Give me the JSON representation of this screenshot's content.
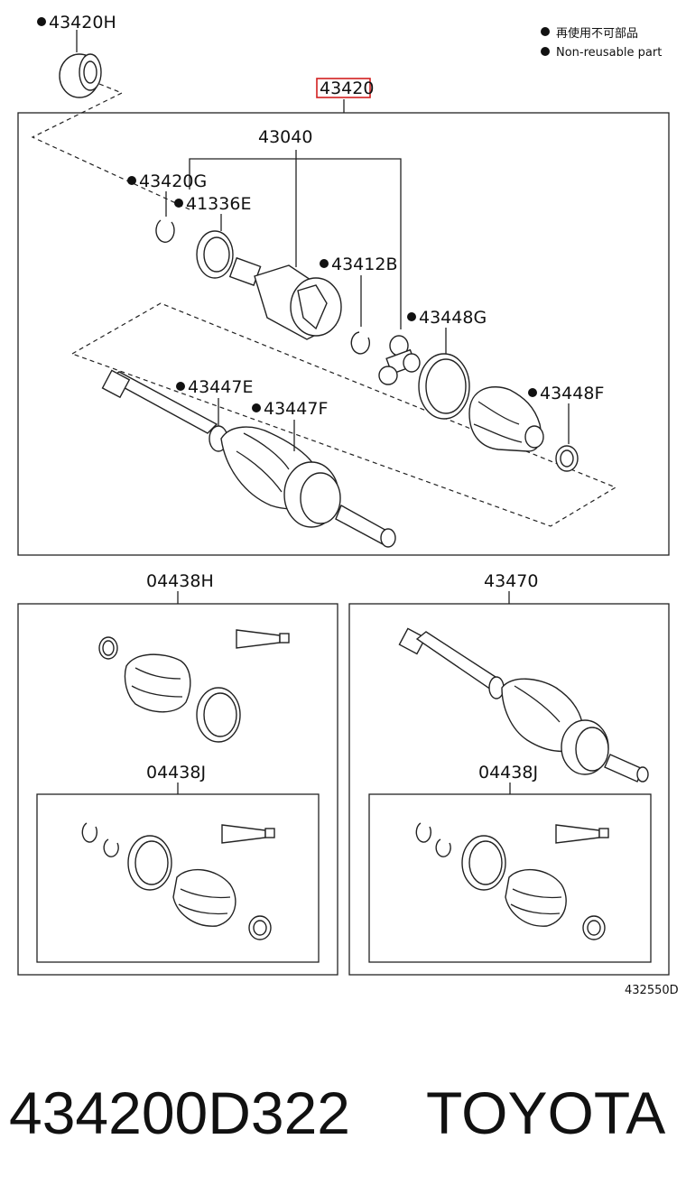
{
  "legend": {
    "line1": "再使用不可部品",
    "line2": "Non-reusable part"
  },
  "parts": {
    "p43420H": "43420H",
    "p43420": "43420",
    "p43040": "43040",
    "p43420G": "43420G",
    "p41336E": "41336E",
    "p43412B": "43412B",
    "p43448G": "43448G",
    "p43447E": "43447E",
    "p43447F": "43447F",
    "p43448F": "43448F",
    "p04438H": "04438H",
    "p43470": "43470",
    "p04438J_left": "04438J",
    "p04438J_right": "04438J"
  },
  "figure_code": "432550D",
  "footer": {
    "part_number": "434200D322",
    "brand": "TOYOTA"
  },
  "colors": {
    "highlight": "#d21f1f",
    "ink": "#222222"
  }
}
